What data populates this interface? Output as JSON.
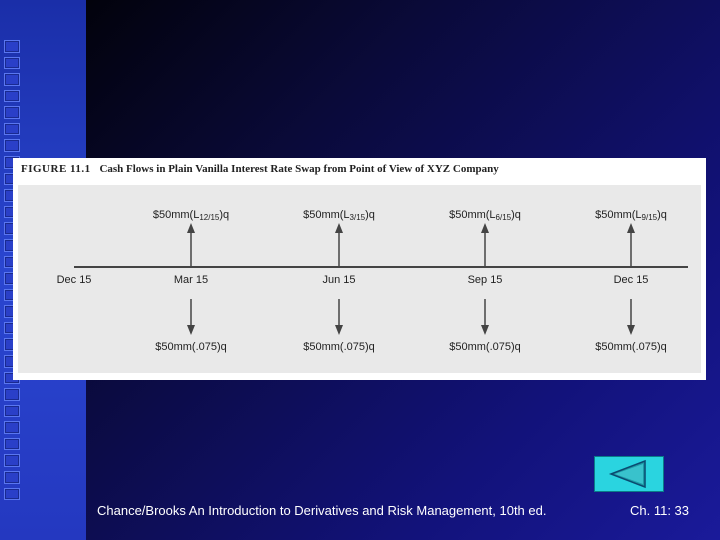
{
  "slide": {
    "figure": {
      "number": "FIGURE 11.1",
      "title": "Cash Flows in Plain Vanilla Interest Rate Swap from Point of View of XYZ Company",
      "dates": [
        "Dec 15",
        "Mar 15",
        "Jun 15",
        "Sep 15",
        "Dec 15"
      ],
      "receive": [
        {
          "prefix": "$50mm(L",
          "sub": "12/15",
          "suffix": ")q"
        },
        {
          "prefix": "$50mm(L",
          "sub": "3/15",
          "suffix": ")q"
        },
        {
          "prefix": "$50mm(L",
          "sub": "6/15",
          "suffix": ")q"
        },
        {
          "prefix": "$50mm(L",
          "sub": "9/15",
          "suffix": ")q"
        }
      ],
      "pay": [
        "$50mm(.075)q",
        "$50mm(.075)q",
        "$50mm(.075)q",
        "$50mm(.075)q"
      ]
    },
    "footer": {
      "source": "Chance/Brooks   An Introduction to Derivatives and Risk Management, 10th ed.",
      "page": "Ch. 11: 33"
    },
    "nav": {
      "back_icon": "back-triangle-icon",
      "color": "#2ad4e0"
    }
  }
}
